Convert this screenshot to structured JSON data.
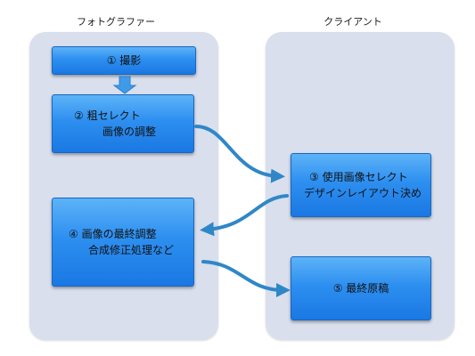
{
  "lanes": {
    "photographer": "フォトグラファー",
    "client": "クライアント"
  },
  "steps": {
    "s1": {
      "line1": "①  撮影"
    },
    "s2": {
      "line1": "②  粗セレクト",
      "line2": "画像の調整"
    },
    "s3": {
      "line1": "③  使用画像セレクト",
      "line2": "デザインレイアウト決め"
    },
    "s4": {
      "line1": "④  画像の最終調整",
      "line2": "合成修正処理など"
    },
    "s5": {
      "line1": "⑤  最終原稿"
    }
  },
  "colors": {
    "lane_bg": "#d9dfec",
    "box_blue": "#2d8ff0",
    "arrow_blue": "#2f87c8"
  }
}
